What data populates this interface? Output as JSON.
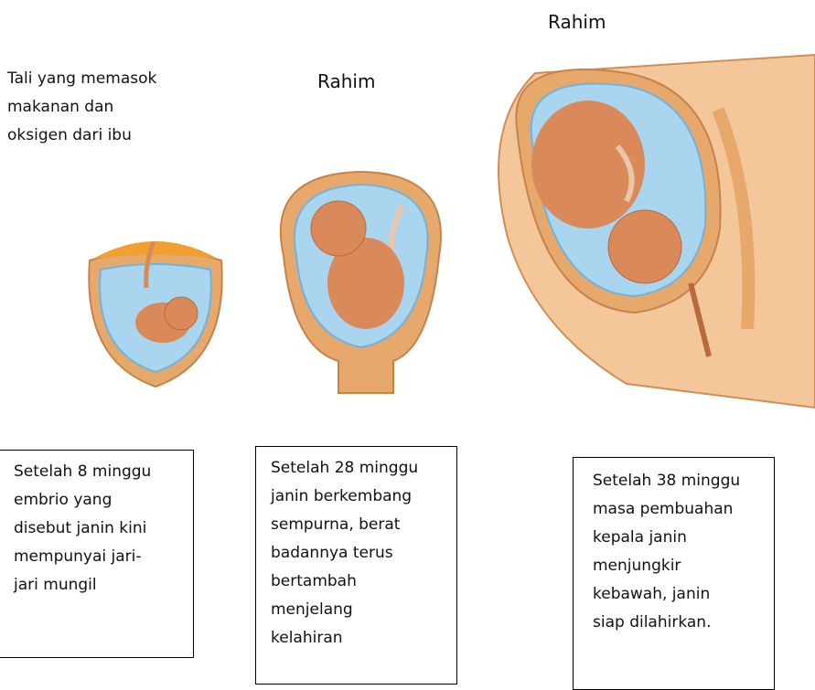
{
  "labels": {
    "cord_note": "Tali yang memasok\nmakanan dan\noksigen dari ibu",
    "womb_middle": "Rahim",
    "womb_right": "Rahim"
  },
  "stages": [
    {
      "caption": "Setelah 8 minggu\nembrio yang\ndisebut janin kini\nmempunyai jari-\njari mungil"
    },
    {
      "caption": "Setelah 28 minggu\njanin berkembang\nsempurna, berat\nbadannya terus\nbertambah\nmenjelang\nkelahiran"
    },
    {
      "caption": "Setelah 38 minggu\nmasa pembuahan\nkepala janin\nmenjungkir\nkebawah, janin\nsiap dilahirkan."
    }
  ],
  "colors": {
    "uterus_wall": "#e7a86b",
    "uterus_inner": "#f3c79a",
    "amniotic": "#a9d6ee",
    "amniotic_deep": "#6fb3de",
    "fetus": "#d9895a",
    "fetus_shade": "#b96a3c",
    "placenta": "#f0a032",
    "body_outline": "#cf8e58"
  }
}
